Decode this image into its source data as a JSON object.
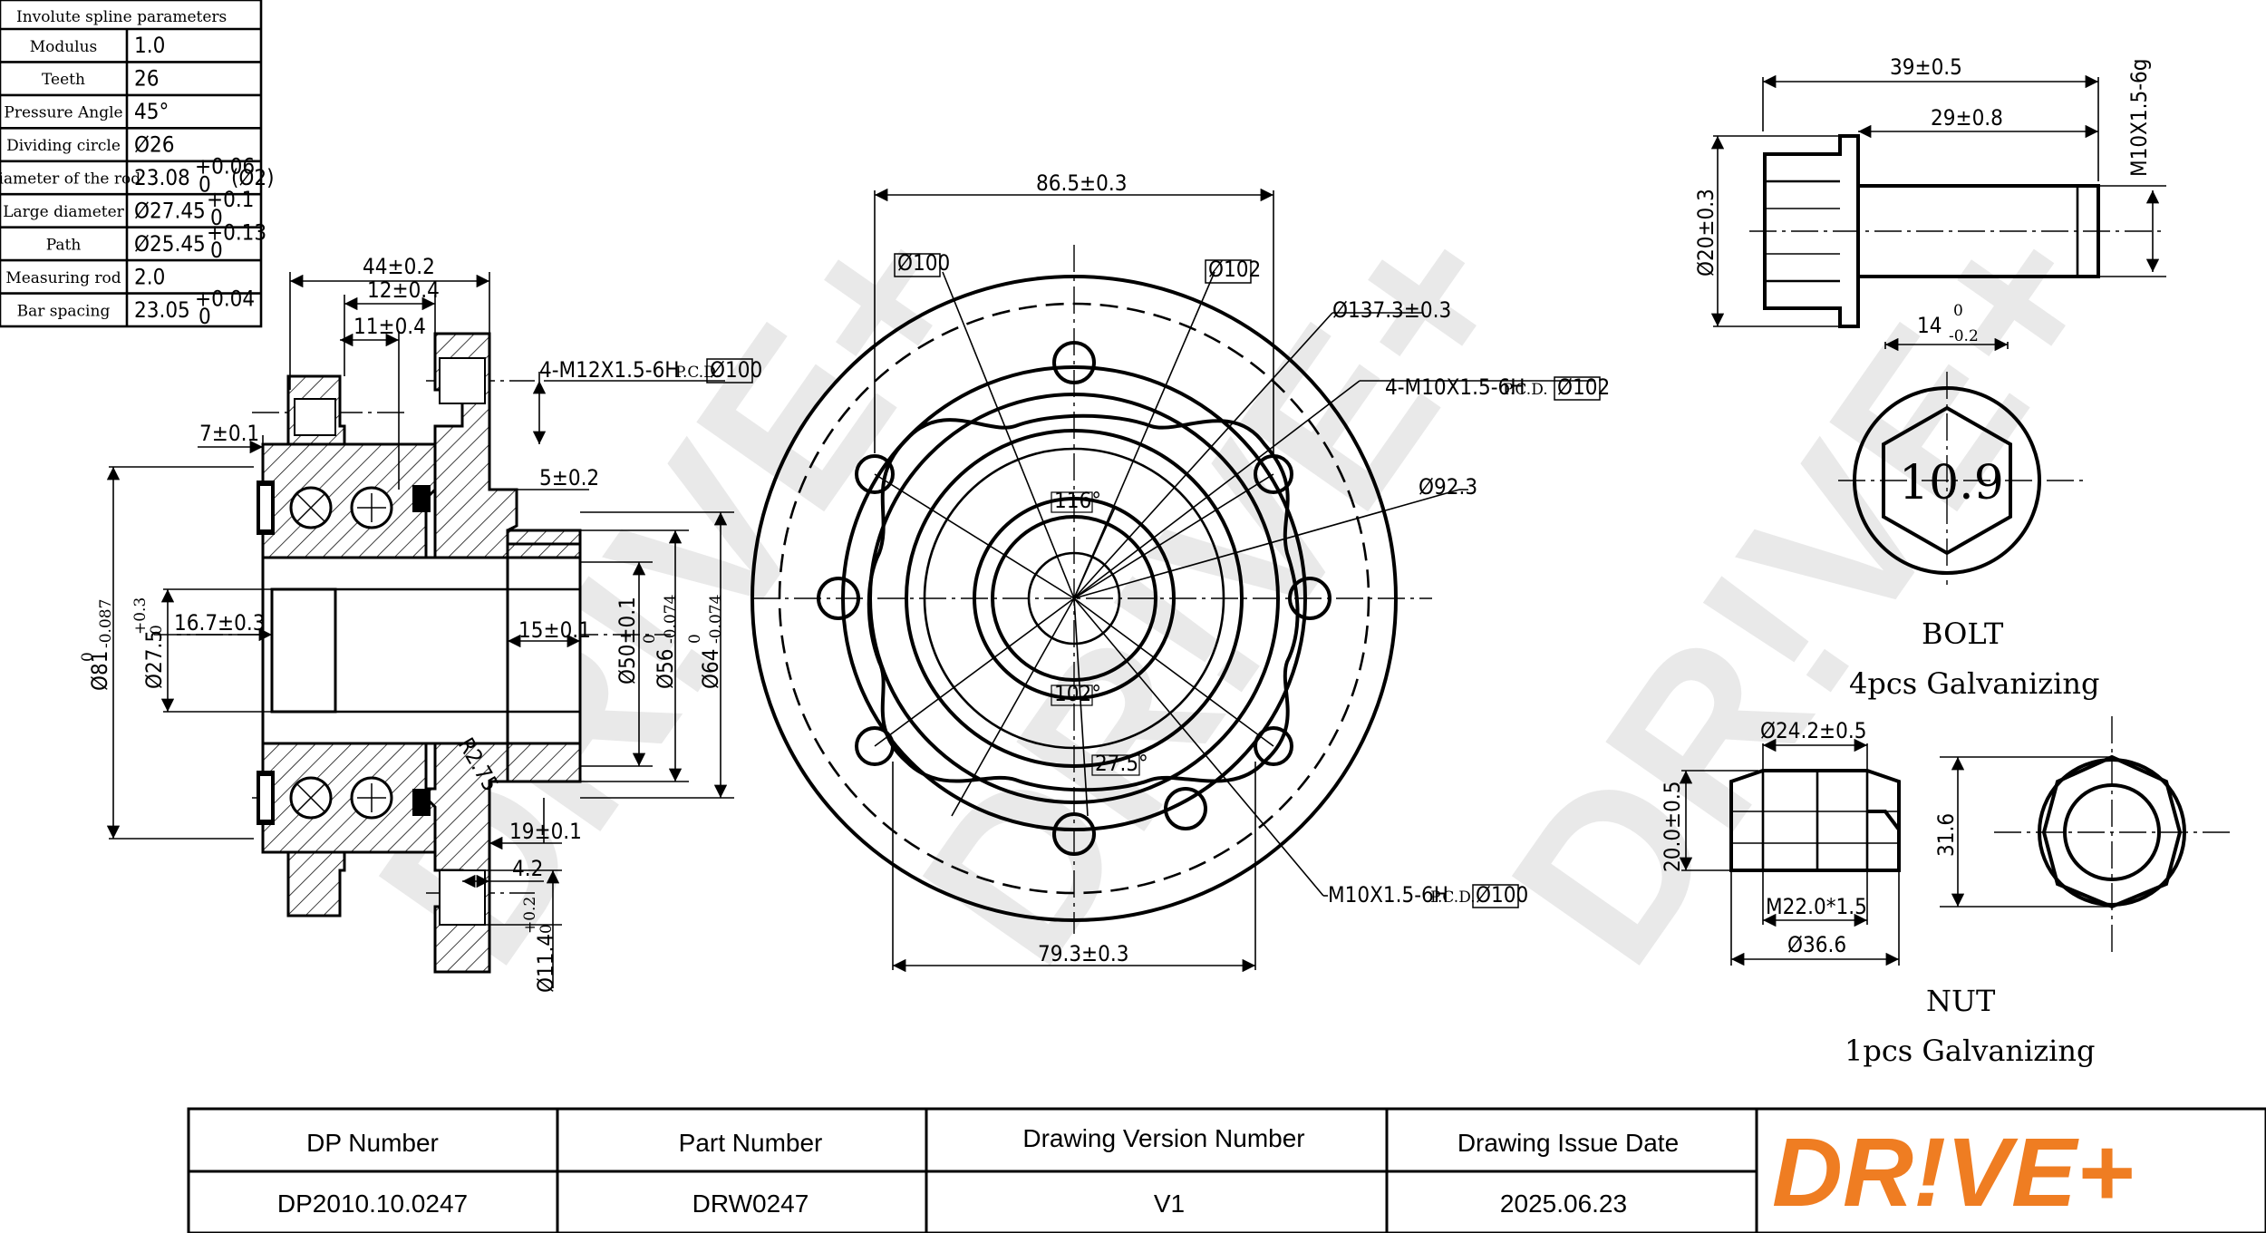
{
  "spline_table": {
    "title": "Involute spline parameters",
    "rows": [
      {
        "label": "Modulus",
        "value": "1.0"
      },
      {
        "label": "Teeth",
        "value": "26"
      },
      {
        "label": "Pressure Angle",
        "value": "45°"
      },
      {
        "label": "Dividing circle",
        "value": "Ø26"
      },
      {
        "label": "Diameter of the rod",
        "value": "23.08",
        "sup": "+0.06",
        "sub": "0",
        "suffix": "(Ø2)"
      },
      {
        "label": "Large diameter",
        "value": "Ø27.45",
        "sup": "+0.1",
        "sub": "0"
      },
      {
        "label": "Path",
        "value": "Ø25.45",
        "sup": "+0.13",
        "sub": "0"
      },
      {
        "label": "Measuring rod",
        "value": "2.0"
      },
      {
        "label": "Bar spacing",
        "value": "23.05",
        "sup": "+0.04",
        "sub": "0"
      }
    ]
  },
  "section_view": {
    "dims": {
      "d44": "44±0.2",
      "d12": "12±0.4",
      "d11": "11±0.4",
      "thread1": "4-M12X1.5-6H",
      "pcd1": "P.C.D.",
      "pcd1_val": "Ø100",
      "d7": "7±0.1",
      "d5": "5±0.2",
      "d167": "16.7±0.3",
      "d15": "15±0.1",
      "d81": "Ø81",
      "d81_tol": "-0.087",
      "d81_tol0": "0",
      "d275": "Ø27.5",
      "d275_tol": "+0.3",
      "d275_tol0": "0",
      "d50": "Ø50±0.1",
      "d56": "Ø56",
      "d56_tol": "-0.074",
      "d56_tol0": "0",
      "d64": "Ø64",
      "d64_tol": "-0.074",
      "d64_tol0": "0",
      "r275": "R2.75",
      "d19": "19±0.1",
      "d42": "4.2",
      "d114": "Ø11.4",
      "d114_tol": "+0.2",
      "d114_tol0": "0"
    }
  },
  "front_view": {
    "dims": {
      "d865": "86.5±0.3",
      "d100": "Ø100",
      "d102": "Ø102",
      "d1373": "Ø137.3±0.3",
      "thread2": "4-M10X1.5-6H",
      "pcd2": "P.C.D.",
      "pcd2_val": "Ø102",
      "d923": "Ø92.3",
      "a116": "116°",
      "a102": "102°",
      "a275": "27.5°",
      "thread3": "M10X1.5-6H",
      "pcd3": "P.C.D.",
      "pcd3_val": "Ø100",
      "d793": "79.3±0.3"
    }
  },
  "bolt": {
    "d39": "39±0.5",
    "d29": "29±0.8",
    "thread": "M10X1.5-6g",
    "d20": "Ø20±0.3",
    "d14": "14",
    "d14_tol_top": "0",
    "d14_tol_bot": "-0.2",
    "grade": "10.9",
    "label": "BOLT",
    "note": "4pcs Galvanizing"
  },
  "nut": {
    "d242": "Ø24.2±0.5",
    "d20": "20.0±0.5",
    "thread": "M22.0*1.5",
    "d366": "Ø36.6",
    "d316": "31.6",
    "label": "NUT",
    "note": "1pcs  Galvanizing"
  },
  "title_block": {
    "headers": [
      "DP Number",
      "Part Number",
      "Drawing Version Number",
      "Drawing Issue Date"
    ],
    "values": [
      "DP2010.10.0247",
      "DRW0247",
      "V1",
      "2025.06.23"
    ],
    "logo": "DR!VE+"
  },
  "watermark": "DR!VE+",
  "colors": {
    "logo_orange": "#ef7d22",
    "watermark_gray": "#e6e6e6",
    "line": "#000000"
  }
}
